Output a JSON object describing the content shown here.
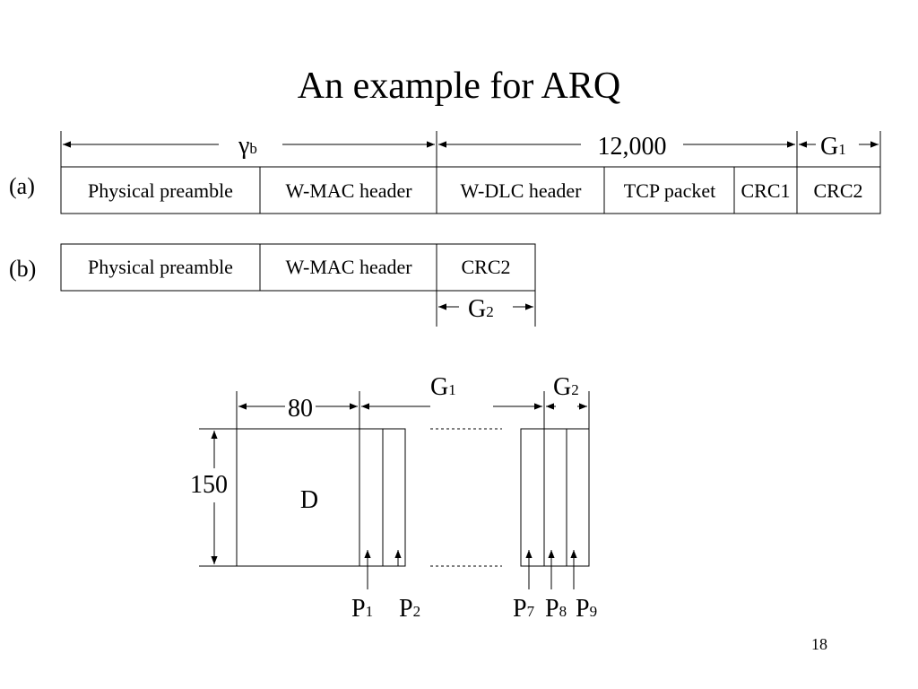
{
  "title": "An example for ARQ",
  "page_number": "18",
  "packet_a": {
    "label": "(a)",
    "cells": [
      "Physical preamble",
      "W-MAC header",
      "W-DLC header",
      "TCP packet",
      "CRC1",
      "CRC2"
    ],
    "dims": {
      "gamma_symbol": "γ",
      "gamma_sub": "b",
      "payload": "12,000",
      "g1_main": "G",
      "g1_sub": "1"
    }
  },
  "packet_b": {
    "label": "(b)",
    "cells": [
      "Physical preamble",
      "W-MAC header",
      "CRC2"
    ],
    "dims": {
      "g2_main": "G",
      "g2_sub": "2"
    }
  },
  "frame": {
    "width_label": "80",
    "height_label": "150",
    "data_label": "D",
    "g1_main": "G",
    "g1_sub": "1",
    "g2_main": "G",
    "g2_sub": "2",
    "parity": [
      {
        "main": "P",
        "sub": "1"
      },
      {
        "main": "P",
        "sub": "2"
      },
      {
        "main": "P",
        "sub": "7"
      },
      {
        "main": "P",
        "sub": "8"
      },
      {
        "main": "P",
        "sub": "9"
      }
    ]
  }
}
